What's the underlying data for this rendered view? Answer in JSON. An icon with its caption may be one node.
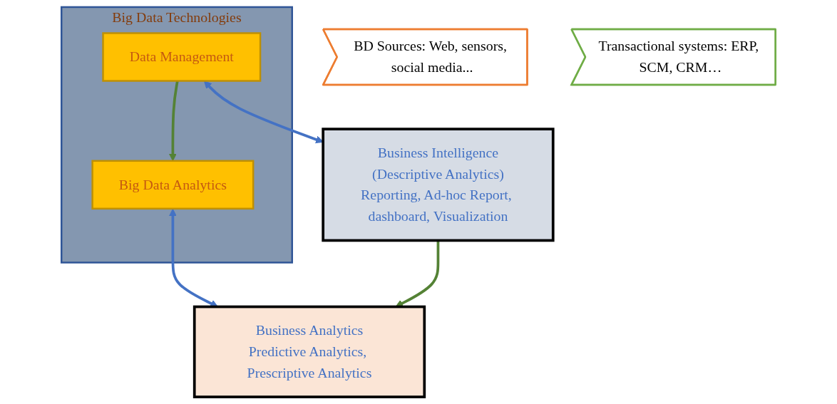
{
  "diagram": {
    "nodes": [
      {
        "text": [
          "BD Sources: Web, sensors, social media..."
        ]
      },
      {
        "text": [
          "Big Data Technologies"
        ]
      },
      {
        "text": [
          "Data Management"
        ],
        "in": 1
      },
      {
        "text": [
          "Big Data Analytics"
        ],
        "in": 1
      },
      {
        "text": [
          "Transactional systems: ERP, SCM, CRM…"
        ]
      },
      {
        "text": [
          "Business Intelligence",
          "(Descriptive Analytics)",
          "Reporting, Ad-hoc Report, dashboard, Visualization"
        ]
      },
      {
        "text": [
          "Business Analytics",
          "Predictive Analytics, Prescriptive Analytics"
        ]
      }
    ],
    "edges": [
      {
        "from": 2,
        "to": 3,
        "arrow": "to",
        "color": "#548235"
      },
      {
        "from": 2,
        "to": 5,
        "arrow": "both",
        "color": "#4472c4"
      },
      {
        "from": 3,
        "to": 6,
        "arrow": "both",
        "color": "#4472c4"
      },
      {
        "from": 5,
        "to": 6,
        "arrow": "to",
        "color": "#548235"
      }
    ]
  }
}
